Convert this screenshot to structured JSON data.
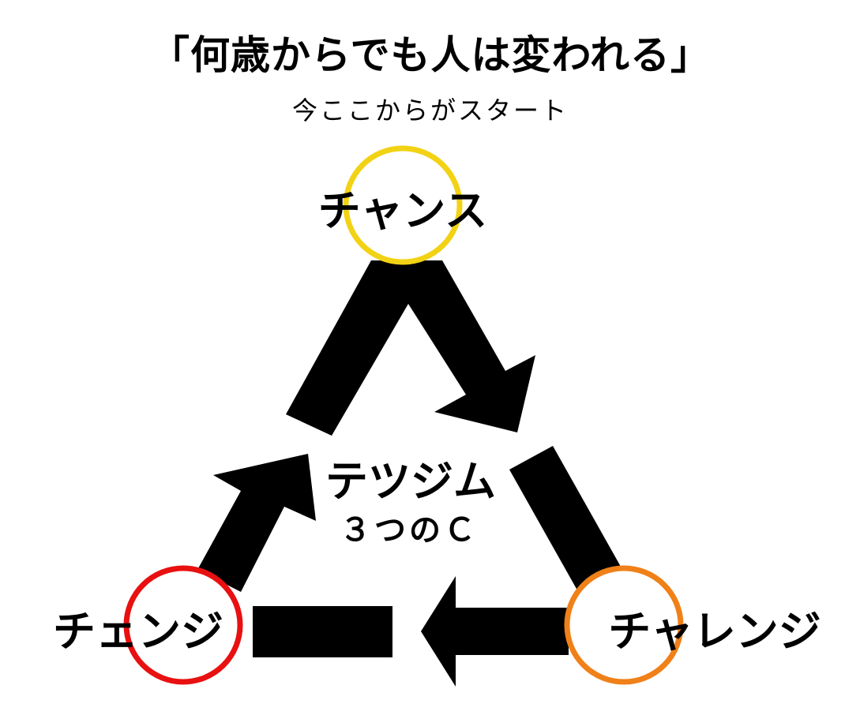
{
  "title": "「何歳からでも人は変われる」",
  "subtitle": "今ここからがスタート",
  "center": {
    "main": "テツジム",
    "sub": "３つのＣ"
  },
  "nodes": [
    {
      "label": "チャンス",
      "color": "#f2d214"
    },
    {
      "label": "チャレンジ",
      "color": "#f08018"
    },
    {
      "label": "チェンジ",
      "color": "#e81010"
    }
  ],
  "arrow_color": "#000000"
}
